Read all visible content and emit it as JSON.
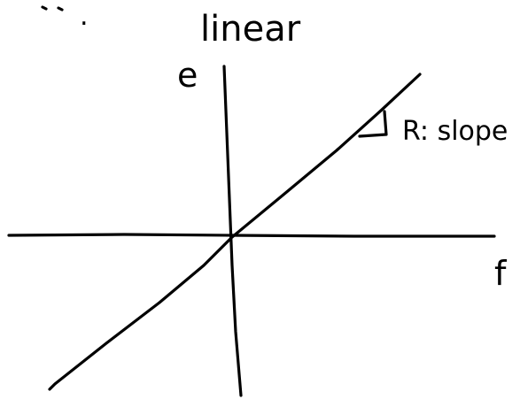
{
  "diagram": {
    "title": "linear",
    "corner_mark": ".",
    "y_axis_label": "e",
    "x_axis_label": "f",
    "slope_annotation": "R: slope"
  },
  "colors": {
    "ink": "#000000",
    "background": "#ffffff"
  }
}
